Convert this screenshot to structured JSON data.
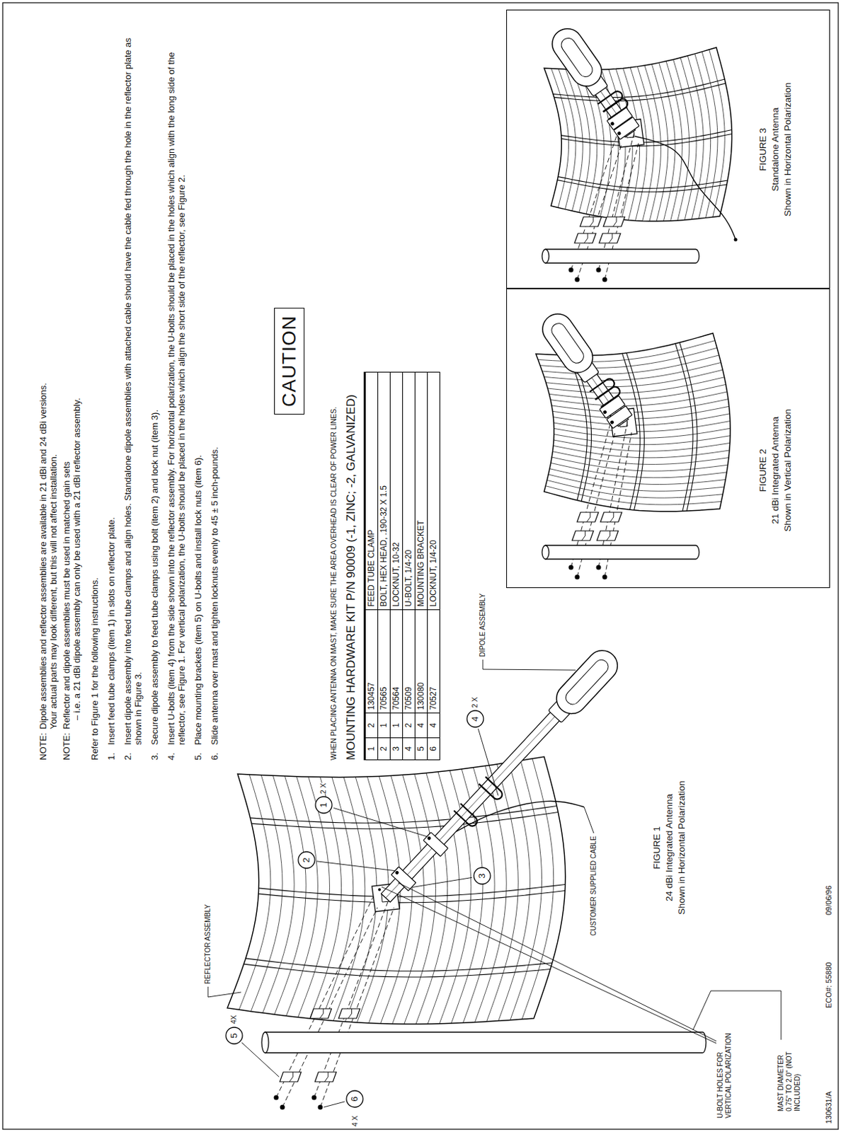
{
  "diagram": {
    "nodes": [
      {
        "text": [
          "5"
        ]
      },
      {
        "text": [
          "2"
        ]
      },
      {
        "text": [
          "1"
        ]
      },
      {
        "text": [
          "6"
        ]
      },
      {
        "text": [
          "3"
        ]
      },
      {
        "text": [
          "4"
        ]
      },
      {
        "text": [
          "CAUTION"
        ]
      },
      {
        "text": [
          "FIGURE 2",
          "21 dBi Integrated Antenna",
          "Shown in Vertical Polarization"
        ]
      },
      {
        "text": [
          "FIGURE 3",
          "Standalone Antenna",
          "Shown in Horizontal Polarization"
        ]
      }
    ],
    "labels": [
      "REFLECTOR ASSEMBLY",
      "4X",
      "2 X",
      "2 X",
      "DIPOLE ASSEMBLY",
      "4 X",
      "CUSTOMER SUPPLIED CABLE",
      "U-BOLT HOLES FOR VERTICAL POLARIZATION",
      "MAST DIAMETER 0.75\" TO 2.0\" (NOT INCLUDED)",
      "FIGURE 1",
      "24 dBi Integrated Antenna",
      "Shown in Horizontal Polarization",
      "130631/A",
      "ECO#: 55880",
      "09/06/96",
      "NOTE:",
      "Dipole assemblies and reflector assemblies are available in 21 dBi and 24 dBi versions.",
      "Your actual parts may look different, but this will not affect installation.",
      "NOTE:",
      "Reflector and dipole assemblies must be used in matched gain sets",
      "– i.e. a 21 dBi dipole assembly can only be used with a 21 dBi reflector assembly.",
      "Refer to Figure 1 for the following instructions.",
      "1.",
      "Insert feed tube clamps (item 1) in slots on reflector plate.",
      "2.",
      "Insert dipole assembly into feed tube clamps and align holes. Standalone dipole assemblies with attached cable should have the cable fed through the hole in the reflector plate as shown in Figure 3.",
      "3.",
      "Secure dipole assembly to feed tube clamps using bolt (item 2) and lock nut (item 3).",
      "4.",
      "Insert U-bolts (item 4) from the side shown into the reflector assembly. For horizontal polarization, the U-bolts should be placed in the holes which align with the long side of the reflector, see Figure 1. For vertical polarization, the U-bolts should be placed in the holes which align the short side of the reflector, see Figure 2.",
      "5.",
      "Place mounting brackets (item 5) on U-bolts and install lock nuts (item 6).",
      "6.",
      "Slide antenna over mast and tighten locknuts evenly to 45 ± 5 inch-pounds.",
      "WHEN PLACING ANTENNA ON MAST, MAKE SURE THE AREA OVERHEAD IS CLEAR OF POWER LINES.",
      "MOUNTING HARDWARE KIT P/N 90009 (-1, ZINC; -2, GALVANIZED)",
      "1",
      "2",
      "130457",
      "FEED TUBE CLAMP",
      "2",
      "1",
      "70565",
      "BOLT, HEX HEAD, .190-32 X 1.5",
      "3",
      "1",
      "70564",
      "LOCKNUT, 10-32",
      "4",
      "2",
      "70509",
      "U-BOLT, 1/4-20",
      "5",
      "4",
      "130080",
      "MOUNTING BRACKET",
      "6",
      "4",
      "70527",
      "LOCKNUT, 1/4-20"
    ]
  }
}
